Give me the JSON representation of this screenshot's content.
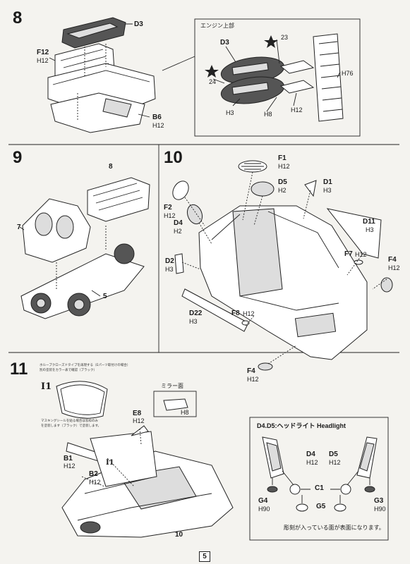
{
  "page_number": "5",
  "steps": {
    "s8": {
      "number": "8",
      "labels": {
        "d3": "D3",
        "f12": "F12",
        "f12_h": "H12",
        "b6": "B6",
        "b6_h": "H12"
      },
      "inset": {
        "title": "エンジン上部",
        "d3": "D3",
        "star23": "23",
        "star24": "24",
        "h3": "H3",
        "h8": "H8",
        "h12": "H12",
        "h76": "H76"
      }
    },
    "s9": {
      "number": "9",
      "labels": {
        "n8": "8",
        "n7": "7",
        "n5": "5"
      }
    },
    "s10": {
      "number": "10",
      "labels": {
        "f1": "F1",
        "f1_h": "H12",
        "d5": "D5",
        "d5_h": "H2",
        "d1": "D1",
        "d1_h": "H3",
        "f2": "F2",
        "f2_h": "H12",
        "d4": "D4",
        "d4_h": "H2",
        "d11": "D11",
        "d11_h": "H3",
        "d2": "D2",
        "d2_h": "H3",
        "f7": "F7",
        "f7_h": "H12",
        "f4a": "F4",
        "f4a_h": "H12",
        "d22": "D22",
        "d22_h": "H3",
        "f8": "F8",
        "f8_h": "H12",
        "f4b": "F4",
        "f4b_h": "H12"
      }
    },
    "s11": {
      "number": "11",
      "note_top": "ホループクローズドタイプを再現する（Eパーツ取付けの場合）",
      "note_top2": "別の塗装をカラー表で確認（ブラック）",
      "i1": "I1",
      "mirror_title": "ミラー面",
      "mirror_h": "H8",
      "note_bottom": "マスキングシールを貼る場合は窓枠のみ",
      "note_bottom2": "を塗装します（ブラック）で塗装します。",
      "labels": {
        "e8": "E8",
        "e8_h": "H12",
        "b1": "B1",
        "b1_h": "H12",
        "i1b": "I1",
        "b2": "B2",
        "b2_h": "H12",
        "n10": "10"
      }
    },
    "headlight": {
      "title": "D4.D5:ヘッドライト Headlight",
      "d4": "D4",
      "d4_h": "H12",
      "d5": "D5",
      "d5_h": "H12",
      "c1": "C1",
      "g4": "G4",
      "g4_h": "H90",
      "g3": "G3",
      "g3_h": "H90",
      "g5": "G5",
      "note": "彫刻が入っている面が表面になります。"
    }
  }
}
